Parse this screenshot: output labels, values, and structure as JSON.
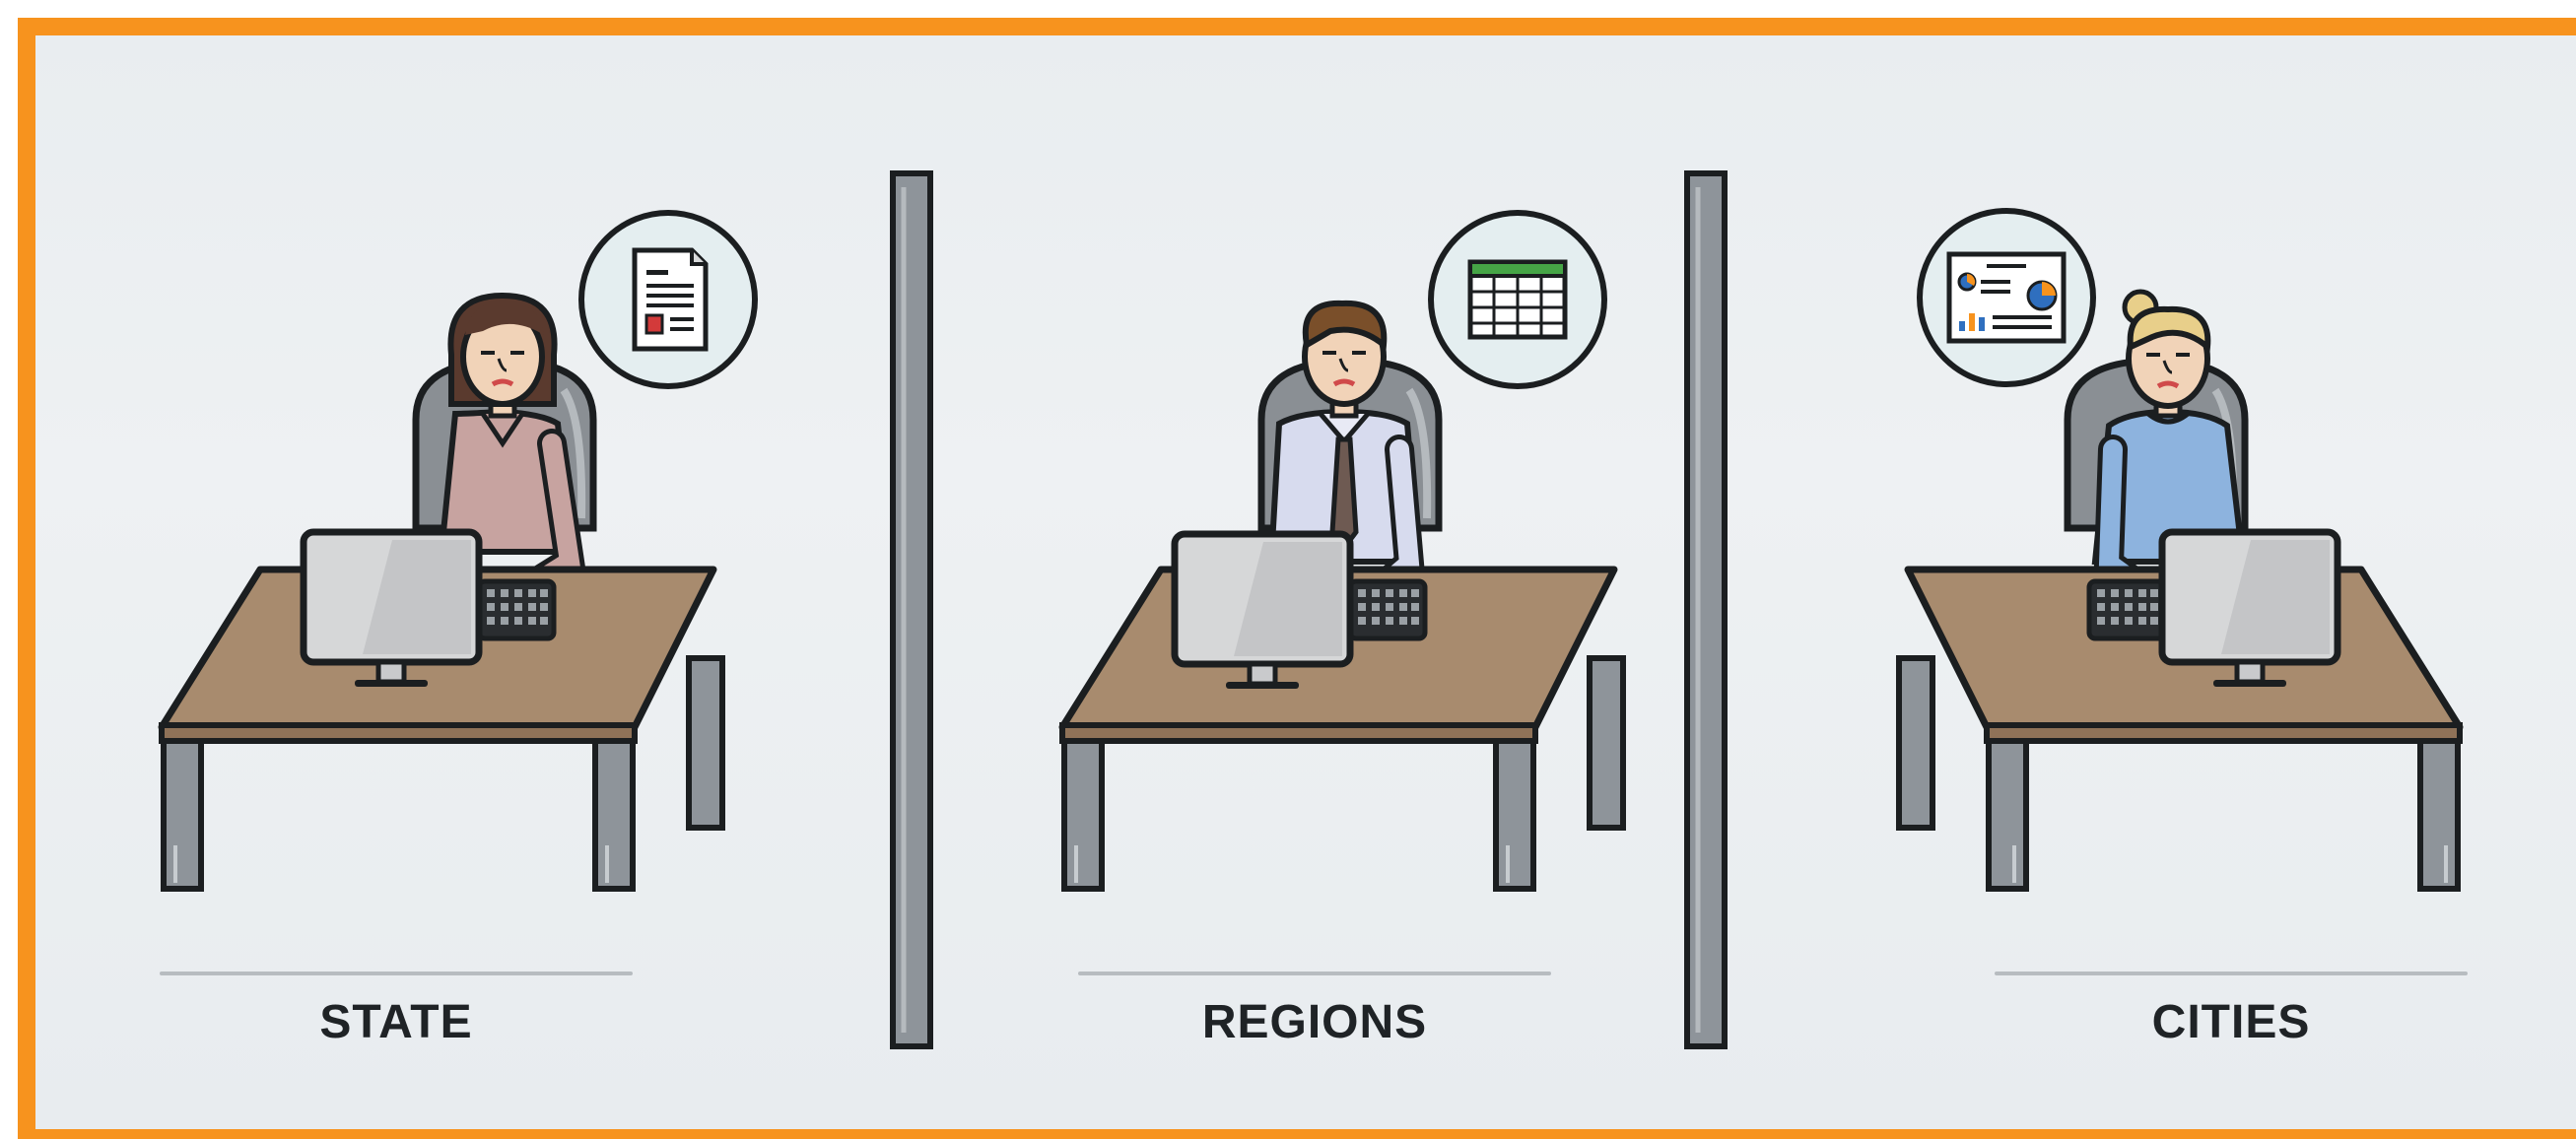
{
  "colors": {
    "border": "#F7931E",
    "background": "#ECEFF2",
    "desk_top": "#A88B6E",
    "desk_edge": "#8F7258",
    "metal": "#8E949A",
    "outline": "#1B1E20",
    "monitor": "#D6D7D8",
    "chair": "#8A8F94"
  },
  "stations": [
    {
      "label": "STATE",
      "person": "woman-brown-hair",
      "shirt_color": "#C7A3A0",
      "hair_color": "#5A3A2E",
      "icon": "document-icon"
    },
    {
      "label": "REGIONS",
      "person": "man-with-tie",
      "shirt_color": "#D7DBEE",
      "hair_color": "#7A4F2A",
      "icon": "spreadsheet-icon"
    },
    {
      "label": "CITIES",
      "person": "woman-blonde-bun",
      "shirt_color": "#8DB3DE",
      "hair_color": "#E8CF8A",
      "icon": "dashboard-icon"
    }
  ]
}
